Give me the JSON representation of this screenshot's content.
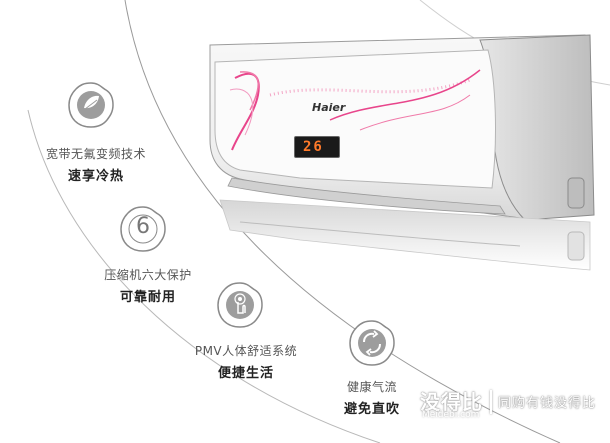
{
  "brand": "Haier",
  "display_temp": "26",
  "features": [
    {
      "icon": "leaf-frequency-icon",
      "line1": "宽带无氟变频技术",
      "line2": "速享冷热"
    },
    {
      "icon": "six-protection-icon",
      "line1": "压缩机六大保护",
      "line2": "可靠耐用"
    },
    {
      "icon": "motion-sensor-icon",
      "line1": "PMV人体舒适系统",
      "line2": "便捷生活"
    },
    {
      "icon": "refresh-air-icon",
      "line1": "健康气流",
      "line2": "避免直吹"
    }
  ],
  "six_label": "6",
  "watermark": {
    "logo": "没得比",
    "domain": "Meidebi.com",
    "slogan": "同购有钱没得比"
  },
  "colors": {
    "pink": "#e8458b",
    "display_bg": "#1a1a1a",
    "display_digit": "#ff7a2a",
    "line": "#8a8a8a"
  }
}
